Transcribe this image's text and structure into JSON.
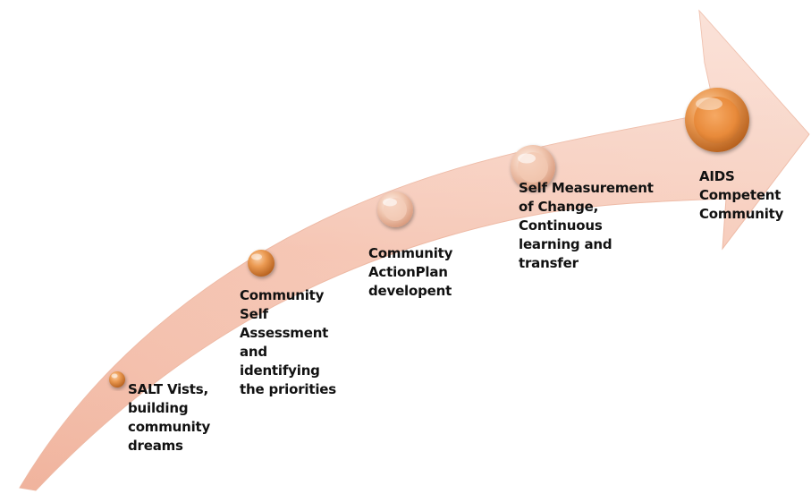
{
  "diagram": {
    "colors": {
      "arrow_fill": "#f5c4b2",
      "arrow_light": "#fbe3d9",
      "node_orange": "#e08a3c",
      "node_light": "#efc0a6",
      "text": "#111111"
    },
    "steps": [
      {
        "id": "salt-visits",
        "lines": [
          "SALT Vists,",
          "building",
          "community",
          "dreams"
        ],
        "node_style": "orange"
      },
      {
        "id": "self-assessment",
        "lines": [
          "Community",
          "Self",
          "Assessment",
          "and",
          "identifying",
          "the priorities"
        ],
        "node_style": "orange"
      },
      {
        "id": "action-plan",
        "lines": [
          "Community",
          "ActionPlan",
          "developent"
        ],
        "node_style": "light"
      },
      {
        "id": "self-measurement",
        "lines": [
          "Self Measurement",
          "of Change,",
          "Continuous",
          "learning and",
          "transfer"
        ],
        "node_style": "light"
      },
      {
        "id": "aids-competent",
        "lines": [
          "AIDS",
          "Competent",
          "Community"
        ],
        "node_style": "orange"
      }
    ]
  }
}
